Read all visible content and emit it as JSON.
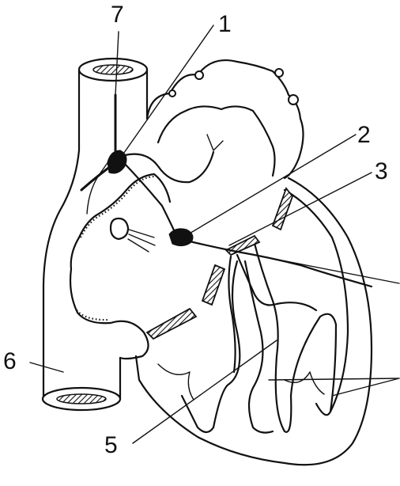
{
  "labels": {
    "l1": "1",
    "l2": "2",
    "l3": "3",
    "l5": "5",
    "l6": "6",
    "l7": "7"
  }
}
